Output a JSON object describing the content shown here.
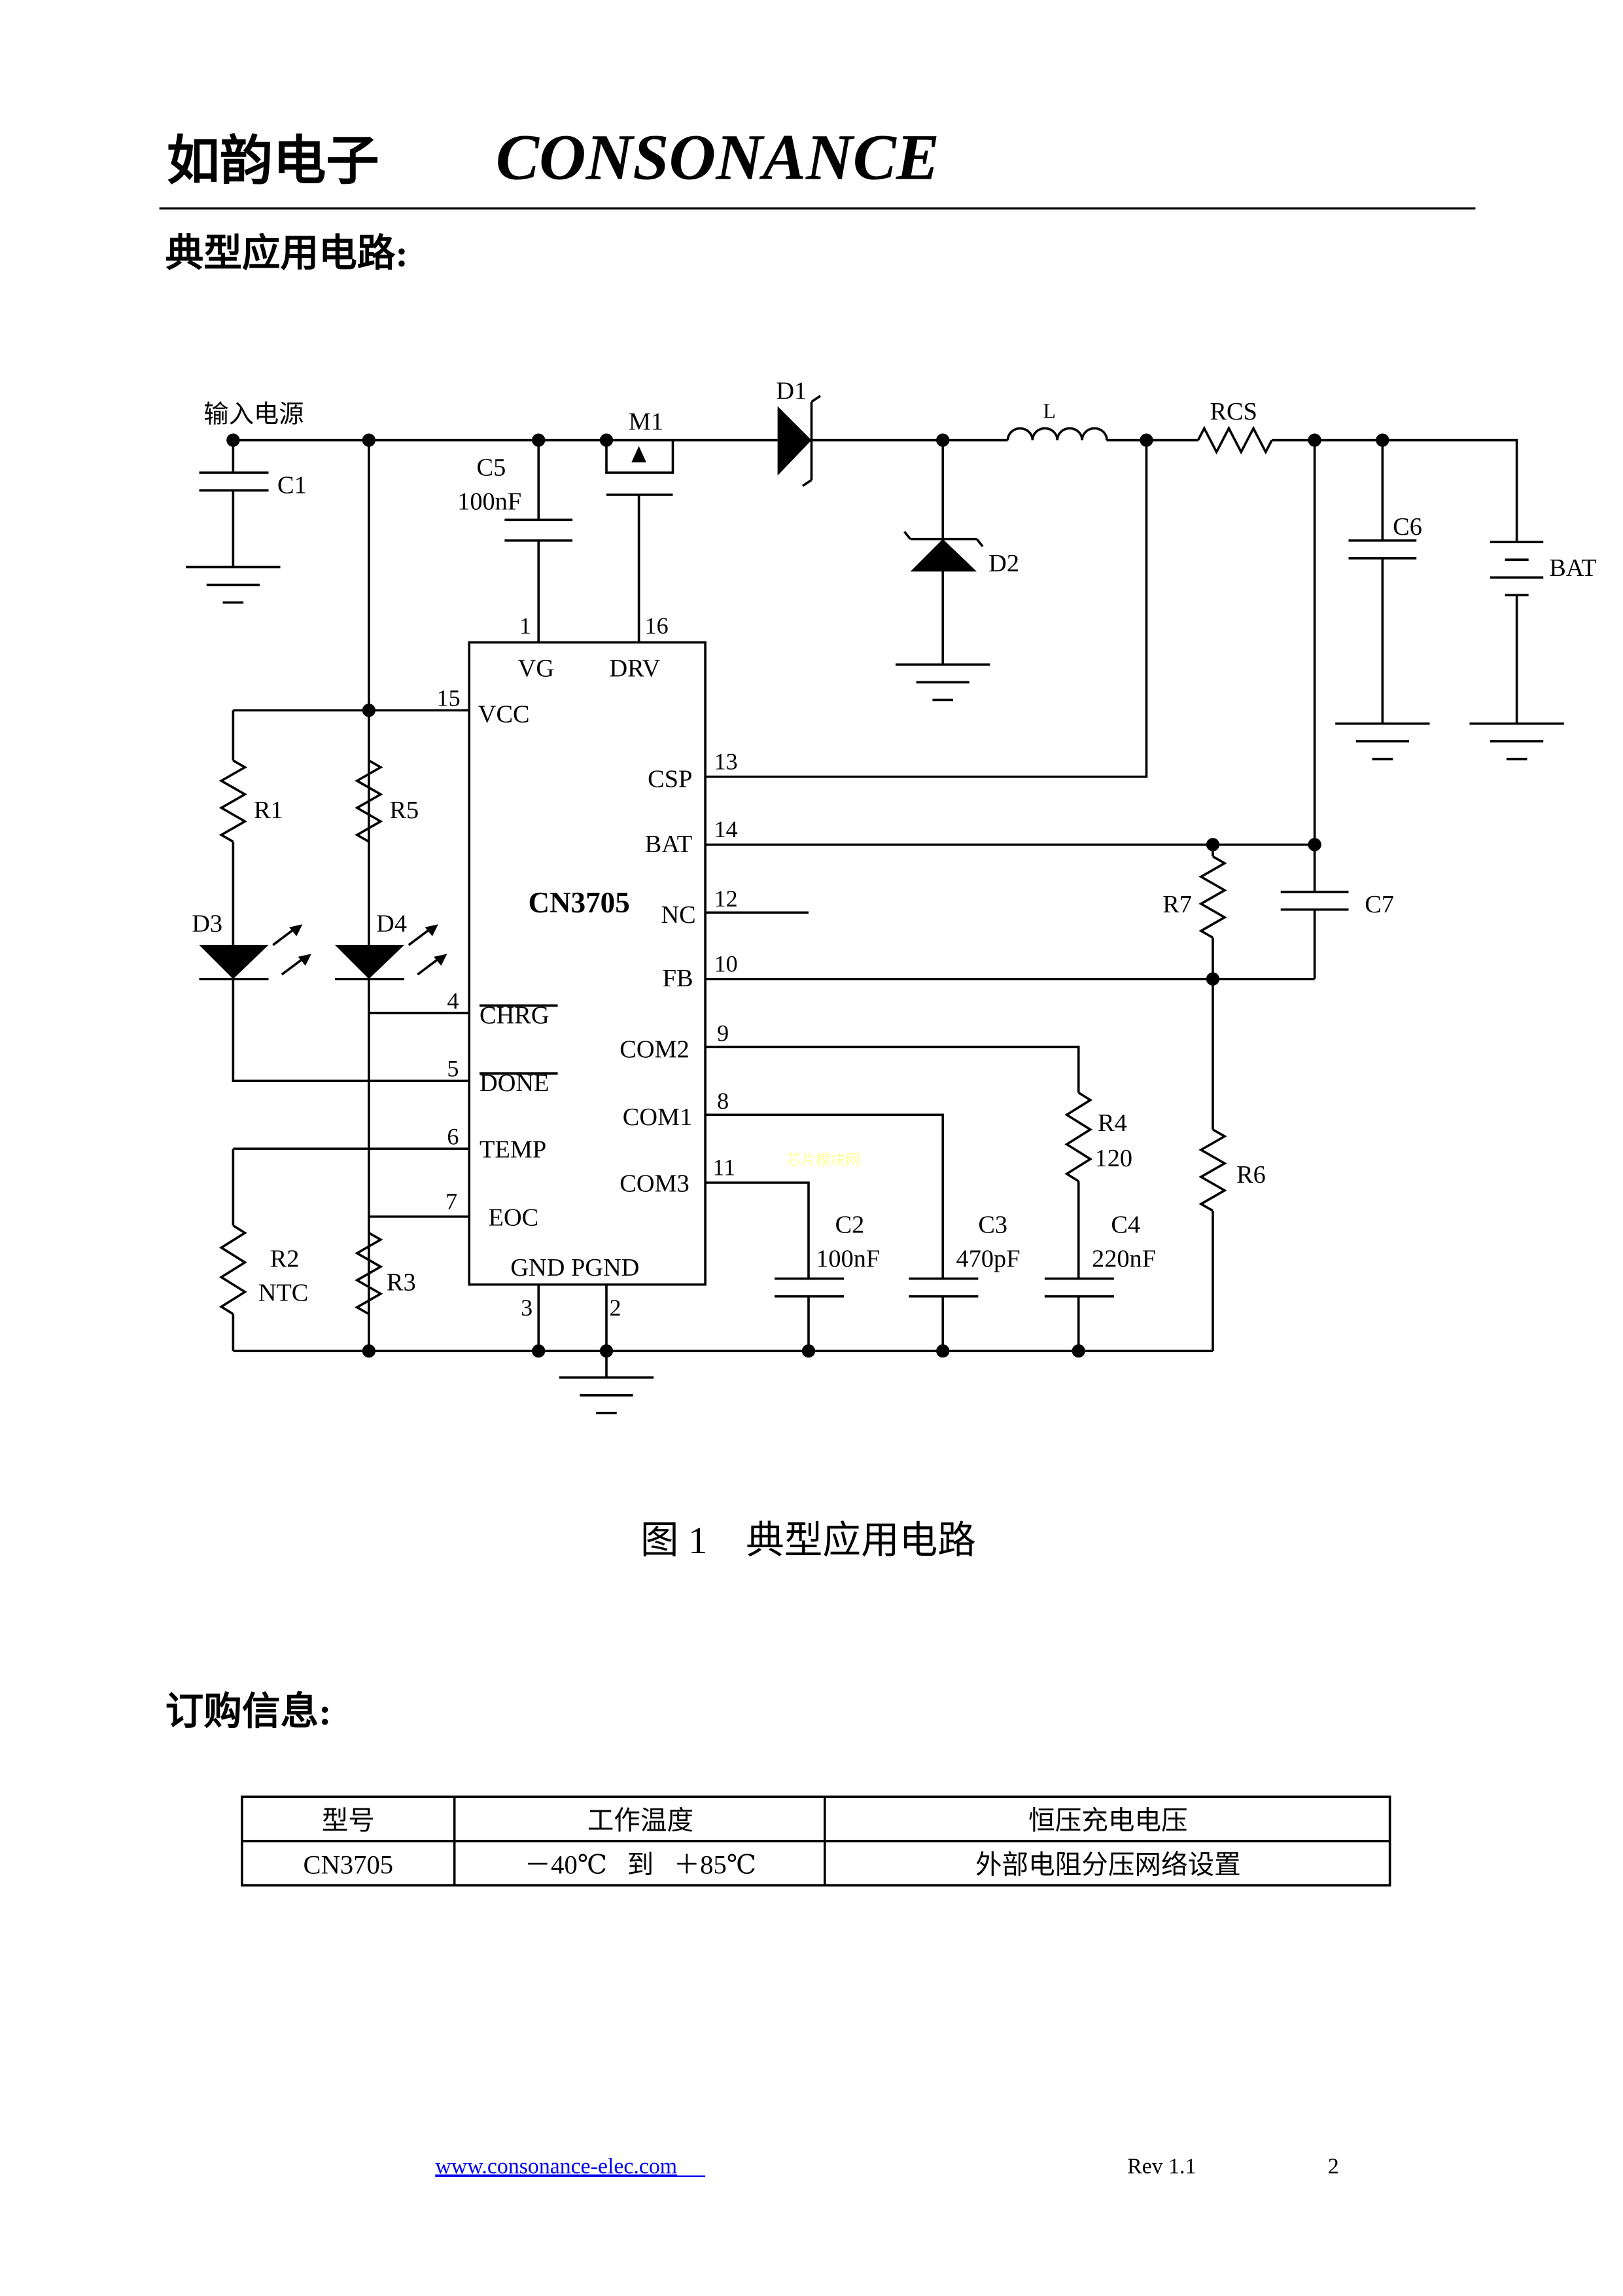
{
  "header": {
    "company_cn": "如韵电子",
    "company_en": "CONSONANCE"
  },
  "section1": {
    "title": "典型应用电路:"
  },
  "schematic": {
    "input_label": "输入电源",
    "chip": "CN3705",
    "pins": {
      "vg": "VG",
      "drv": "DRV",
      "vcc": "VCC",
      "csp": "CSP",
      "bat": "BAT",
      "nc": "NC",
      "fb": "FB",
      "chrg": "CHRG",
      "done": "DONE",
      "temp": "TEMP",
      "eoc": "EOC",
      "com2": "COM2",
      "com1": "COM1",
      "com3": "COM3",
      "gnd": "GND PGND"
    },
    "pin_numbers": {
      "p1": "1",
      "p16": "16",
      "p15": "15",
      "p13": "13",
      "p14": "14",
      "p12": "12",
      "p10": "10",
      "p4": "4",
      "p5": "5",
      "p6": "6",
      "p7": "7",
      "p9": "9",
      "p8": "8",
      "p11": "11",
      "p3": "3",
      "p2": "2"
    },
    "parts": {
      "c1": "C1",
      "c5": "C5",
      "c5v": "100nF",
      "m1": "M1",
      "d1": "D1",
      "d2": "D2",
      "l": "L",
      "rcs": "RCS",
      "c6": "C6",
      "bat": "BAT",
      "r1": "R1",
      "r5": "R5",
      "d3": "D3",
      "d4": "D4",
      "r7": "R7",
      "c7": "C7",
      "r4": "R4",
      "r4v": "120",
      "r6": "R6",
      "c2": "C2",
      "c2v": "100nF",
      "c3": "C3",
      "c3v": "470pF",
      "c4": "C4",
      "c4v": "220nF",
      "r2": "R2",
      "r2v": "NTC",
      "r3": "R3"
    },
    "watermark": "芯片模块网"
  },
  "figure_caption": "图 1    典型应用电路",
  "section2": {
    "title": "订购信息:"
  },
  "order_table": {
    "headers": [
      "型号",
      "工作温度",
      "恒压充电电压"
    ],
    "row": [
      "CN3705",
      "－40℃   到   ＋85℃",
      "外部电阻分压网络设置"
    ]
  },
  "footer": {
    "url": "www.consonance-elec.com",
    "rev": "Rev 1.1",
    "page": "2"
  },
  "colors": {
    "link": "#0000ee",
    "watermark": "#ffff99"
  }
}
